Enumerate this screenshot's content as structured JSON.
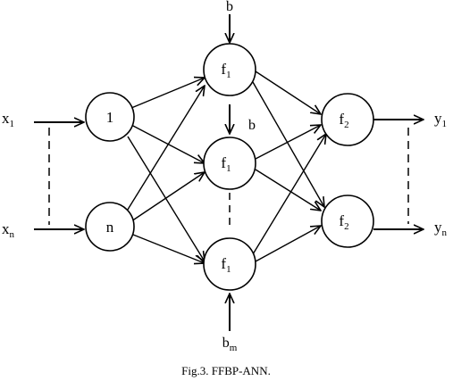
{
  "diagram": {
    "caption": "Fig.3. FFBP-ANN.",
    "inputs": [
      {
        "main": "x",
        "sub": "1"
      },
      {
        "main": "x",
        "sub": "n"
      }
    ],
    "input_nodes": [
      "1",
      "n"
    ],
    "hidden_nodes": [
      {
        "main": "f",
        "sub": "1"
      },
      {
        "main": "f",
        "sub": "1"
      },
      {
        "main": "f",
        "sub": "1"
      }
    ],
    "output_nodes": [
      {
        "main": "f",
        "sub": "2"
      },
      {
        "main": "f",
        "sub": "2"
      }
    ],
    "outputs": [
      {
        "main": "y",
        "sub": "1"
      },
      {
        "main": "y",
        "sub": "n"
      }
    ],
    "bias": [
      {
        "main": "b",
        "sub": ""
      },
      {
        "main": "b",
        "sub": ""
      },
      {
        "main": "b",
        "sub": "m"
      }
    ]
  }
}
